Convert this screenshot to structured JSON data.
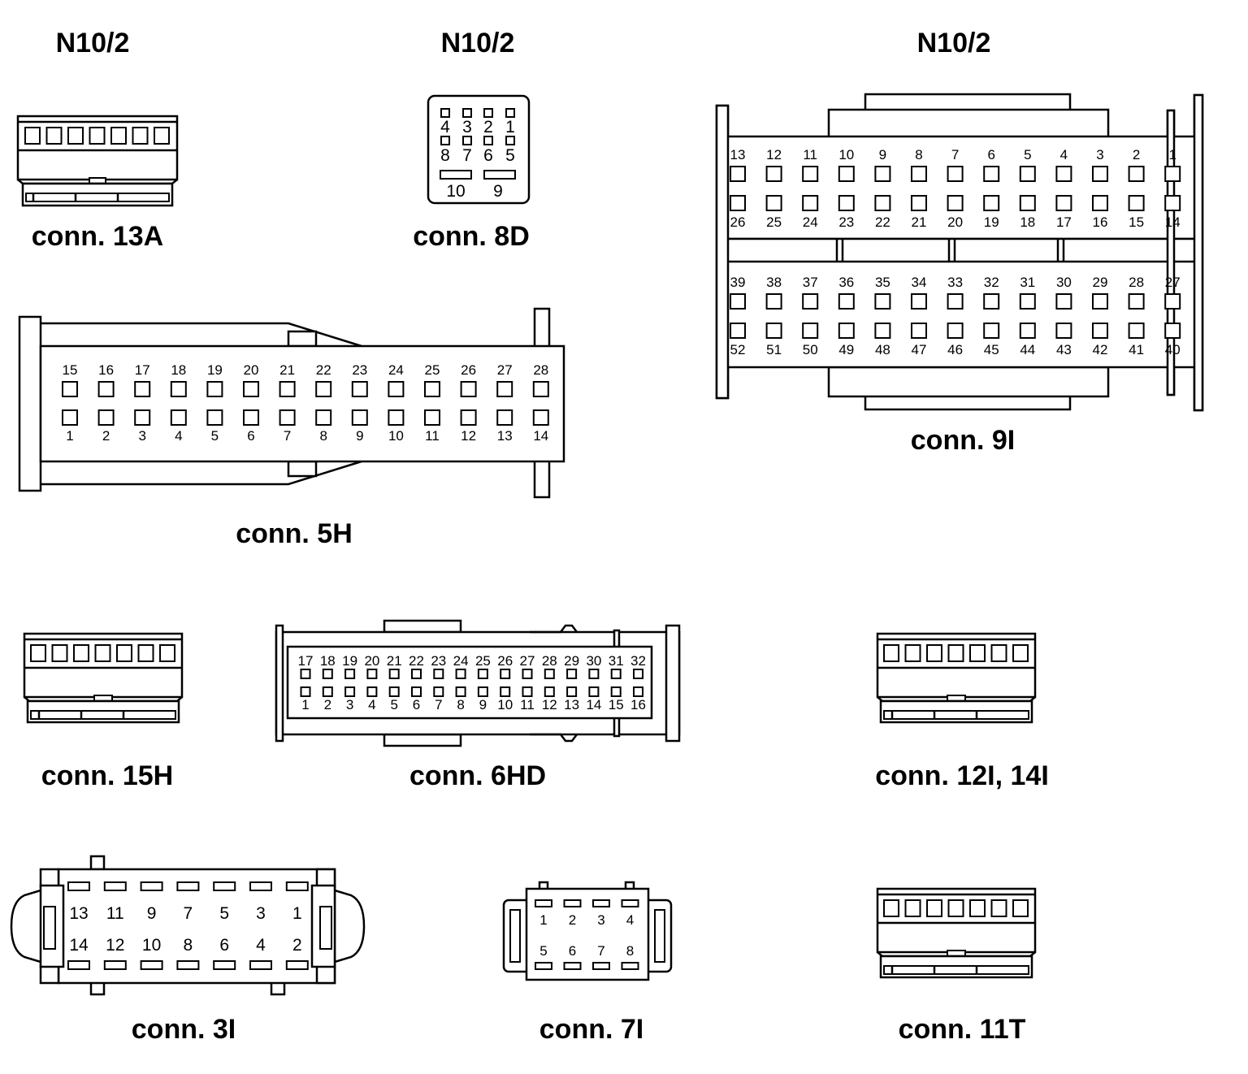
{
  "headers": [
    "N10/2",
    "N10/2",
    "N10/2"
  ],
  "connectors": {
    "c13A": {
      "label": "conn. 13A"
    },
    "c8D": {
      "label": "conn. 8D",
      "top": [
        "4",
        "3",
        "2",
        "1"
      ],
      "mid": [
        "8",
        "7",
        "6",
        "5"
      ],
      "bottom": [
        "10",
        "9"
      ]
    },
    "c5H": {
      "label": "conn. 5H",
      "top": [
        "15",
        "16",
        "17",
        "18",
        "19",
        "20",
        "21",
        "22",
        "23",
        "24",
        "25",
        "26",
        "27",
        "28"
      ],
      "bottom": [
        "1",
        "2",
        "3",
        "4",
        "5",
        "6",
        "7",
        "8",
        "9",
        "10",
        "11",
        "12",
        "13",
        "14"
      ]
    },
    "c9I": {
      "label": "conn. 9I",
      "r1": [
        "13",
        "12",
        "11",
        "10",
        "9",
        "8",
        "7",
        "6",
        "5",
        "4",
        "3",
        "2",
        "1"
      ],
      "r2": [
        "26",
        "25",
        "24",
        "23",
        "22",
        "21",
        "20",
        "19",
        "18",
        "17",
        "16",
        "15",
        "14"
      ],
      "r3": [
        "39",
        "38",
        "37",
        "36",
        "35",
        "34",
        "33",
        "32",
        "31",
        "30",
        "29",
        "28",
        "27"
      ],
      "r4": [
        "52",
        "51",
        "50",
        "49",
        "48",
        "47",
        "46",
        "45",
        "44",
        "43",
        "42",
        "41",
        "40"
      ]
    },
    "c15H": {
      "label": "conn. 15H"
    },
    "c6HD": {
      "label": "conn. 6HD",
      "top": [
        "17",
        "18",
        "19",
        "20",
        "21",
        "22",
        "23",
        "24",
        "25",
        "26",
        "27",
        "28",
        "29",
        "30",
        "31",
        "32"
      ],
      "bottom": [
        "1",
        "2",
        "3",
        "4",
        "5",
        "6",
        "7",
        "8",
        "9",
        "10",
        "11",
        "12",
        "13",
        "14",
        "15",
        "16"
      ]
    },
    "c12I": {
      "label": "conn. 12I, 14I"
    },
    "c3I": {
      "label": "conn. 3I",
      "top": [
        "13",
        "11",
        "9",
        "7",
        "5",
        "3",
        "1"
      ],
      "bottom": [
        "14",
        "12",
        "10",
        "8",
        "6",
        "4",
        "2"
      ]
    },
    "c7I": {
      "label": "conn. 7I",
      "top": [
        "1",
        "2",
        "3",
        "4"
      ],
      "bottom": [
        "5",
        "6",
        "7",
        "8"
      ]
    },
    "c11T": {
      "label": "conn. 11T"
    }
  }
}
